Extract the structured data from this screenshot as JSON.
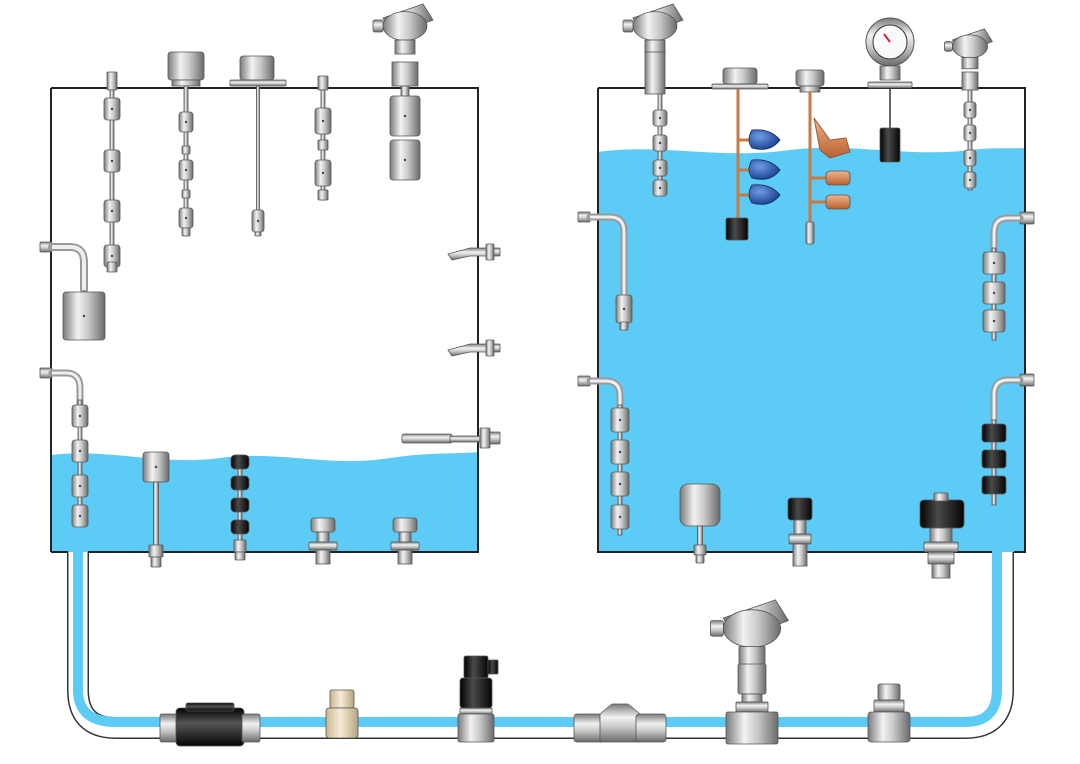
{
  "colors": {
    "water": "#5ccbf5",
    "water_light": "#8fdcf8",
    "tank_outline": "#222222",
    "pipe_outline": "#333333",
    "steel_dark": "#6f6f6f",
    "steel_mid": "#b5b5b5",
    "steel_light": "#ececec",
    "float_blue": "#1f5fbf",
    "float_copper": "#d9824f",
    "rubber_black": "#1a1a1a",
    "brass": "#e8d9bd",
    "background": "#ffffff"
  },
  "diagram": {
    "left_tank": {
      "water_level_fraction": 0.18,
      "top_devices": [
        "stem-float-switch-triple",
        "cap-head-multi-float",
        "flange-rod-probe",
        "stem-float-switch-double",
        "junction-head-large-float"
      ],
      "side_left_devices": [
        "elbow-side-float",
        "elbow-side-multi-float"
      ],
      "side_right_devices": [
        "horizontal-lever-switch",
        "horizontal-lever-switch",
        "horizontal-probe-switch"
      ],
      "bottom_devices": [
        "bottom-float-rod",
        "bottom-black-float-stack",
        "bottom-mini-float",
        "bottom-mini-float"
      ]
    },
    "right_tank": {
      "water_level_fraction": 0.87,
      "top_devices": [
        "junction-head-transmitter",
        "cable-float-blue-cluster",
        "cable-float-copper-cluster",
        "gauge-weight-float",
        "junction-head-double-float"
      ],
      "side_left_devices": [
        "elbow-side-float",
        "elbow-side-multi-float"
      ],
      "side_right_devices": [
        "elbow-side-multi-float",
        "elbow-side-black-floats"
      ],
      "bottom_devices": [
        "bottom-capsule-float",
        "bottom-black-cap-switch",
        "bottom-black-large-switch"
      ]
    },
    "pipeline_devices": [
      "magnetic-flow-meter",
      "brass-tee-fitting",
      "pressure-transmitter",
      "sight-flow-indicator",
      "junction-head-thermowell",
      "compression-tee-fitting"
    ]
  }
}
